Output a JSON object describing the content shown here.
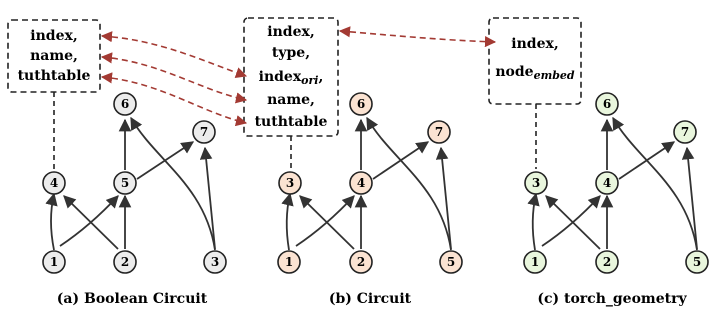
{
  "colors": {
    "node_a_fill": "#ececec",
    "node_b_fill": "#fbe3d2",
    "node_c_fill": "#e9f6dd",
    "edge": "#333333",
    "link": "#a33a33"
  },
  "panels": {
    "a": {
      "caption": "(a) Boolean Circuit",
      "box_lines": [
        "index,",
        "name,",
        "tuthtable"
      ],
      "nodes": {
        "n1": "1",
        "n2": "2",
        "n3": "3",
        "n4": "4",
        "n5": "5",
        "n6": "6",
        "n7": "7"
      }
    },
    "b": {
      "caption": "(b) Circuit",
      "box_lines": [
        "index,",
        "type,",
        "index",
        "name,",
        "tuthtable"
      ],
      "box_sub_ori": "ori",
      "box_line3_suffix": ",",
      "nodes": {
        "n1": "1",
        "n2": "2",
        "n5": "5",
        "n3": "3",
        "n4": "4",
        "n6": "6",
        "n7": "7"
      }
    },
    "c": {
      "caption": "(c) torch_geometry",
      "box_lines": [
        "index,",
        "node"
      ],
      "box_sub_embed": "embed",
      "nodes": {
        "n1": "1",
        "n2": "2",
        "n5": "5",
        "n3": "3",
        "n4": "4",
        "n6": "6",
        "n7": "7"
      }
    }
  }
}
